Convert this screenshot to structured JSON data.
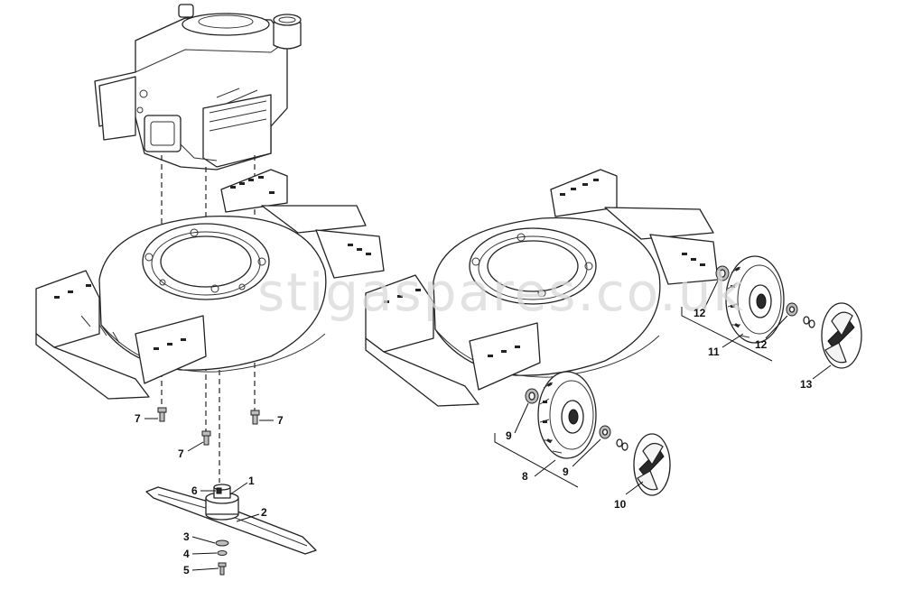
{
  "watermark": "stigaspares.co.uk",
  "callouts": {
    "c1": "1",
    "c2": "2",
    "c3": "3",
    "c4": "4",
    "c5": "5",
    "c6": "6",
    "c7a": "7",
    "c7b": "7",
    "c7c": "7",
    "c8": "8",
    "c9a": "9",
    "c9b": "9",
    "c10": "10",
    "c11": "11",
    "c12a": "12",
    "c12b": "12",
    "c13": "13"
  }
}
